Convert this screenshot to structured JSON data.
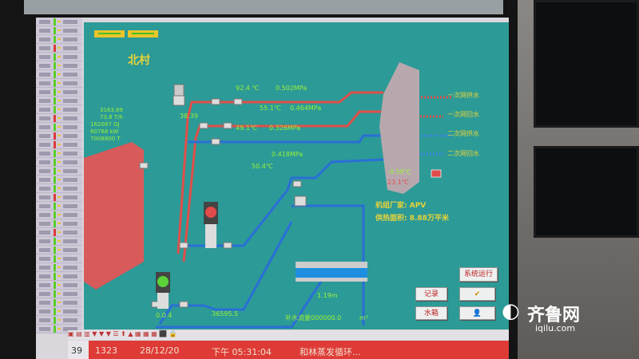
{
  "station_title": "北村",
  "left_stats": [
    "3163.89",
    "73.8 T/h",
    "162087 GJ",
    "60768 kW",
    "7008800 T"
  ],
  "pump_top_value": "38.39",
  "readings": {
    "primary_supply_temp": "92.4 ℃",
    "primary_supply_pressure": "0.502MPa",
    "primary_return_temp": "55.1℃",
    "primary_return_pressure": "0.464MPa",
    "secondary_supply_temp": "49.1℃",
    "secondary_supply_pressure": "0.326MPa",
    "secondary_return_pressure": "0.418MPa",
    "secondary_return_temp": "50.4℃",
    "outdoor_temp": "-0.58℃",
    "indoor_temp": "23.1℃",
    "bottom_pump_value": "0.0 4",
    "accum_value": "36595.5",
    "tank_level": "1.19m",
    "makeup_flow": "补水流量000000.0",
    "makeup_unit": "m³"
  },
  "pipe_labels": [
    "一次网供水",
    "一次网回水",
    "二次网供水",
    "二次网回水"
  ],
  "unit_maker": "机组厂家: APV",
  "heating_area": "供热面积: 8.88万平米",
  "buttons": {
    "system_run": "系统运行",
    "record": "记录",
    "tank": "水箱"
  },
  "status_bar": {
    "id": "39",
    "code": "1323",
    "date": "28/12/20",
    "time": "下午 05:31:04",
    "message": "和林蒸发循环..."
  },
  "watermark": {
    "name": "齐鲁网",
    "url": "iqilu.com"
  },
  "colors": {
    "background": "#2c9a96",
    "hot_pipe": "#e0504a",
    "cold_pipe": "#2a6fd6",
    "value_text": "#9af03a",
    "label_text": "#e8d43a"
  }
}
